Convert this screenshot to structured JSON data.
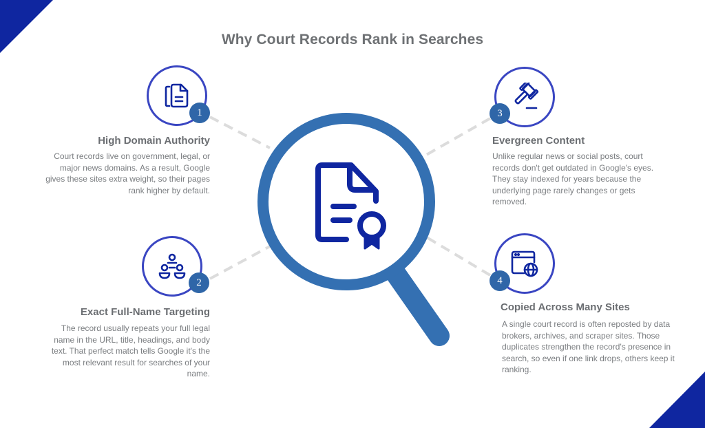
{
  "title": "Why Court Records Rank in Searches",
  "colors": {
    "corner": "#0f26a0",
    "lens": "#3470b2",
    "icon_stroke": "#0f26a0",
    "circle_border": "#3a46c2",
    "badge": "#2f66a8",
    "connector": "#dcdcdc"
  },
  "center_icon": "document-certificate-icon",
  "features": [
    {
      "number": "1",
      "icon": "documents-icon",
      "title": "High Domain Authority",
      "body": "Court records live on government, legal, or major news domains. As a result, Google gives these sites extra weight, so their pages rank higher by default."
    },
    {
      "number": "2",
      "icon": "hierarchy-people-icon",
      "title": "Exact Full-Name Targeting",
      "body": "The record usually repeats your full legal name in the URL, title, headings, and body text. That perfect match tells Google it's the most relevant result for searches of your name."
    },
    {
      "number": "3",
      "icon": "gavel-icon",
      "title": "Evergreen Content",
      "body": "Unlike regular news or social posts, court records don't get outdated in Google's eyes. They stay indexed for years because the underlying page rarely changes or gets removed."
    },
    {
      "number": "4",
      "icon": "browser-globe-icon",
      "title": "Copied Across Many Sites",
      "body": "A single court record is often reposted by data brokers, archives, and scraper sites. Those duplicates strengthen the record's presence in search, so even if one link drops, others keep it ranking."
    }
  ]
}
